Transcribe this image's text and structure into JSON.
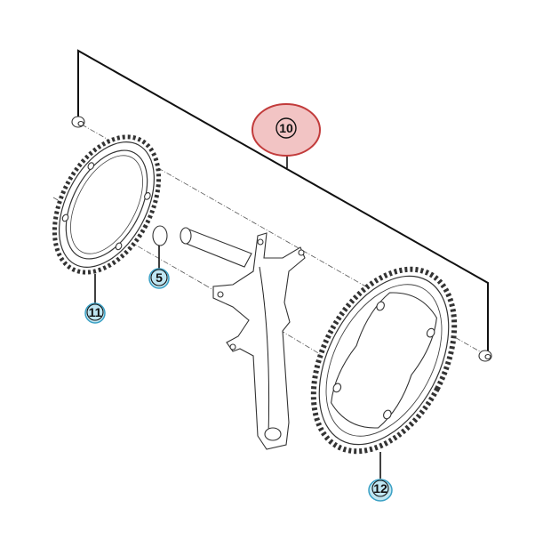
{
  "diagram": {
    "type": "exploded parts diagram",
    "subject": "bicycle crankset (right crank arm with chainrings)",
    "colors": {
      "highlight_fill": "#f2c4c4",
      "highlight_stroke": "#c23b3b",
      "callout_fill": "#bfe6f2",
      "callout_stroke": "#3aa0c4",
      "line": "#111111"
    },
    "callouts": [
      {
        "id": "10",
        "label": "10",
        "part": "crankset assembly (bracket group)",
        "highlighted": true
      },
      {
        "id": "5",
        "label": "5",
        "part": "spacer ring"
      },
      {
        "id": "11",
        "label": "11",
        "part": "inner chainring (small)"
      },
      {
        "id": "12",
        "label": "12",
        "part": "outer chainring (large)"
      }
    ],
    "parts": [
      {
        "name": "chainring-bolt-left"
      },
      {
        "name": "inner-chainring"
      },
      {
        "name": "spacer-ring"
      },
      {
        "name": "crank-arm-with-spindle"
      },
      {
        "name": "outer-chainring"
      },
      {
        "name": "chainring-bolt-right"
      }
    ]
  }
}
